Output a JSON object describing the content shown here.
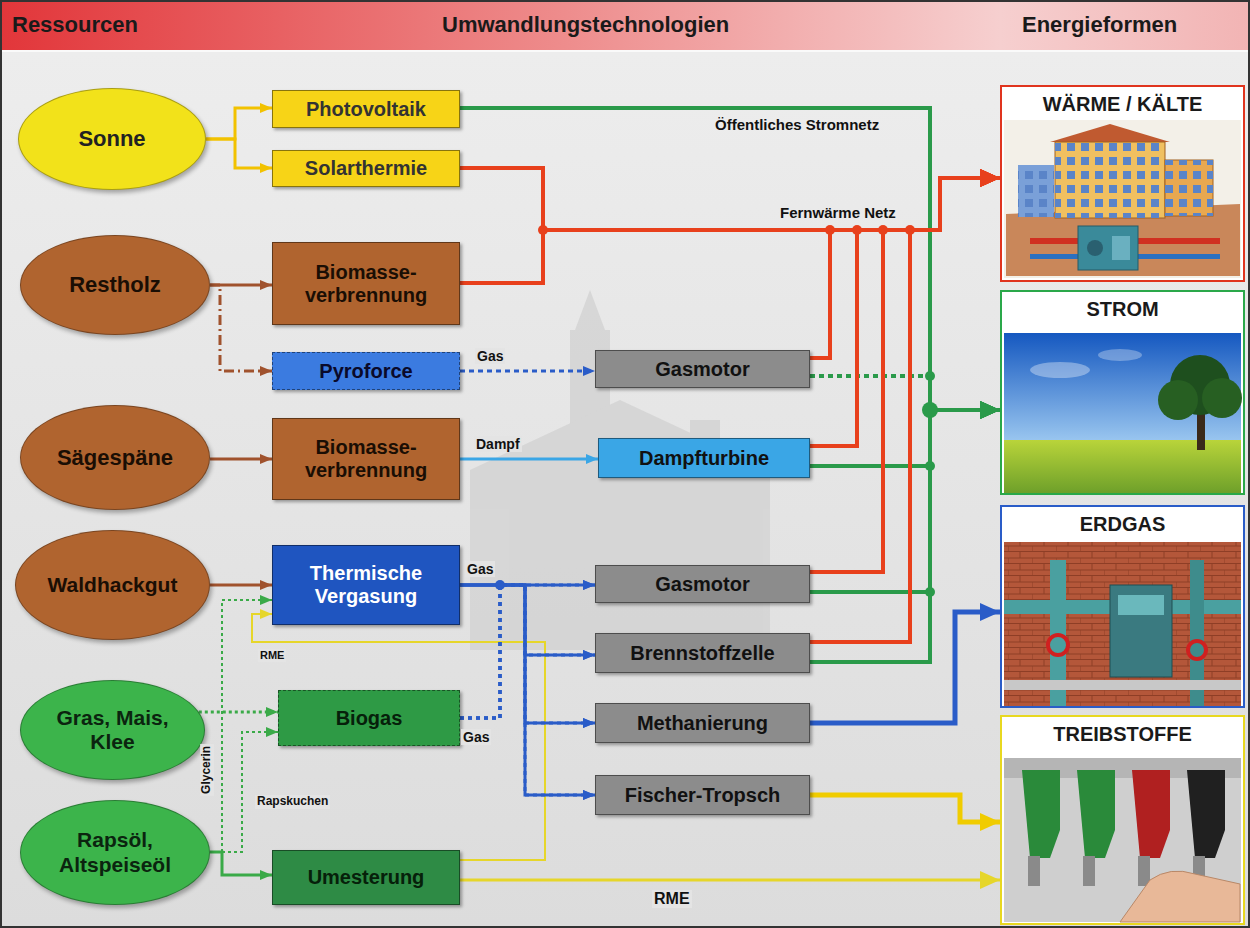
{
  "diagram": {
    "nodes": [
      {
        "text": [
          "Sonne"
        ]
      },
      {
        "text": [
          "Restholz"
        ]
      },
      {
        "text": [
          "Sägespäne"
        ]
      },
      {
        "text": [
          "Waldhackgut"
        ]
      },
      {
        "text": [
          "Gras, Mais, Klee"
        ]
      },
      {
        "text": [
          "Rapsöl, Altspeiseöl"
        ]
      },
      {
        "text": [
          "Photovoltaik"
        ]
      },
      {
        "text": [
          "Solarthermie"
        ]
      },
      {
        "text": [
          "Biomasse- verbrennung"
        ]
      },
      {
        "text": [
          "Pyroforce"
        ]
      },
      {
        "text": [
          "Biomasse- verbrennung"
        ]
      },
      {
        "text": [
          "Thermische Vergasung"
        ]
      },
      {
        "text": [
          "Biogas"
        ]
      },
      {
        "text": [
          "Umesterung"
        ]
      },
      {
        "text": [
          "Gasmotor"
        ]
      },
      {
        "text": [
          "Dampfturbine"
        ]
      },
      {
        "text": [
          "Gasmotor"
        ]
      },
      {
        "text": [
          "Brennstoffzelle"
        ]
      },
      {
        "text": [
          "Methanierung"
        ]
      },
      {
        "text": [
          "Fischer-Tropsch"
        ]
      },
      {
        "text": [
          "WÄRME / KÄLTE"
        ]
      },
      {
        "text": [
          "STROM"
        ]
      },
      {
        "text": [
          "ERDGAS"
        ]
      },
      {
        "text": [
          "TREIBSTOFFE"
        ]
      }
    ],
    "edges": [
      {
        "from": 0,
        "to": 6,
        "arrow": "to"
      },
      {
        "from": 0,
        "to": 7,
        "arrow": "to"
      },
      {
        "from": 1,
        "to": 8,
        "arrow": "to"
      },
      {
        "from": 1,
        "to": 9,
        "arrow": "to"
      },
      {
        "from": 2,
        "to": 10,
        "arrow": "to"
      },
      {
        "from": 3,
        "to": 11,
        "arrow": "to"
      },
      {
        "from": 4,
        "to": 12,
        "arrow": "to"
      },
      {
        "from": 5,
        "to": 11,
        "label": "Glycerin",
        "arrow": "to"
      },
      {
        "from": 5,
        "to": 12,
        "label": "Rapskuchen",
        "arrow": "to"
      },
      {
        "from": 5,
        "to": 13,
        "arrow": "to"
      },
      {
        "from": 13,
        "to": 11,
        "label": "RME",
        "arrow": "to"
      },
      {
        "from": 9,
        "to": 14,
        "label": "Gas",
        "arrow": "to"
      },
      {
        "from": 10,
        "to": 15,
        "label": "Dampf",
        "arrow": "to"
      },
      {
        "from": 11,
        "to": 16,
        "label": "Gas",
        "arrow": "to"
      },
      {
        "from": 11,
        "to": 17,
        "arrow": "to"
      },
      {
        "from": 11,
        "to": 18,
        "arrow": "to"
      },
      {
        "from": 11,
        "to": 19,
        "arrow": "to"
      },
      {
        "from": 12,
        "to": 16,
        "label": "Gas",
        "arrow": "to"
      },
      {
        "from": 12,
        "to": 17,
        "arrow": "to"
      },
      {
        "from": 12,
        "to": 18,
        "arrow": "to"
      },
      {
        "from": 12,
        "to": 19,
        "arrow": "to"
      },
      {
        "from": 6,
        "to": 21,
        "arrow": "to"
      },
      {
        "from": 14,
        "to": 21,
        "arrow": "to"
      },
      {
        "from": 15,
        "to": 21,
        "arrow": "to"
      },
      {
        "from": 16,
        "to": 21,
        "arrow": "to"
      },
      {
        "from": 17,
        "to": 21,
        "arrow": "to"
      },
      {
        "from": 7,
        "to": 20,
        "arrow": "to"
      },
      {
        "from": 8,
        "to": 20,
        "arrow": "to"
      },
      {
        "from": 14,
        "to": 20,
        "arrow": "to"
      },
      {
        "from": 15,
        "to": 20,
        "arrow": "to"
      },
      {
        "from": 16,
        "to": 20,
        "arrow": "to"
      },
      {
        "from": 17,
        "to": 20,
        "arrow": "to"
      },
      {
        "from": 18,
        "to": 22,
        "arrow": "to"
      },
      {
        "from": 19,
        "to": 23,
        "arrow": "to"
      },
      {
        "from": 13,
        "to": 23,
        "label": "RME",
        "arrow": "to"
      }
    ],
    "labels": [
      "Ressourcen",
      "Umwandlungstechnologien",
      "Energieformen",
      "Öffentliches Stromnetz",
      "Fernwärme Netz"
    ]
  }
}
